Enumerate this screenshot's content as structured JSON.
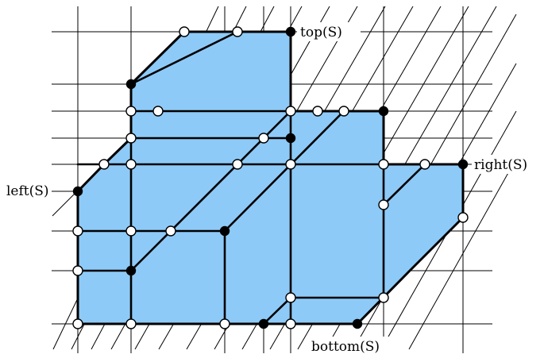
{
  "labels": {
    "top": "top(S)",
    "left": "left(S)",
    "right": "right(S)",
    "bottom": "bottom(S)"
  },
  "colors": {
    "region_fill": "#8ECAF8",
    "line": "#000000",
    "hollow_vertex": "#ffffff",
    "solid_vertex": "#000000"
  }
}
